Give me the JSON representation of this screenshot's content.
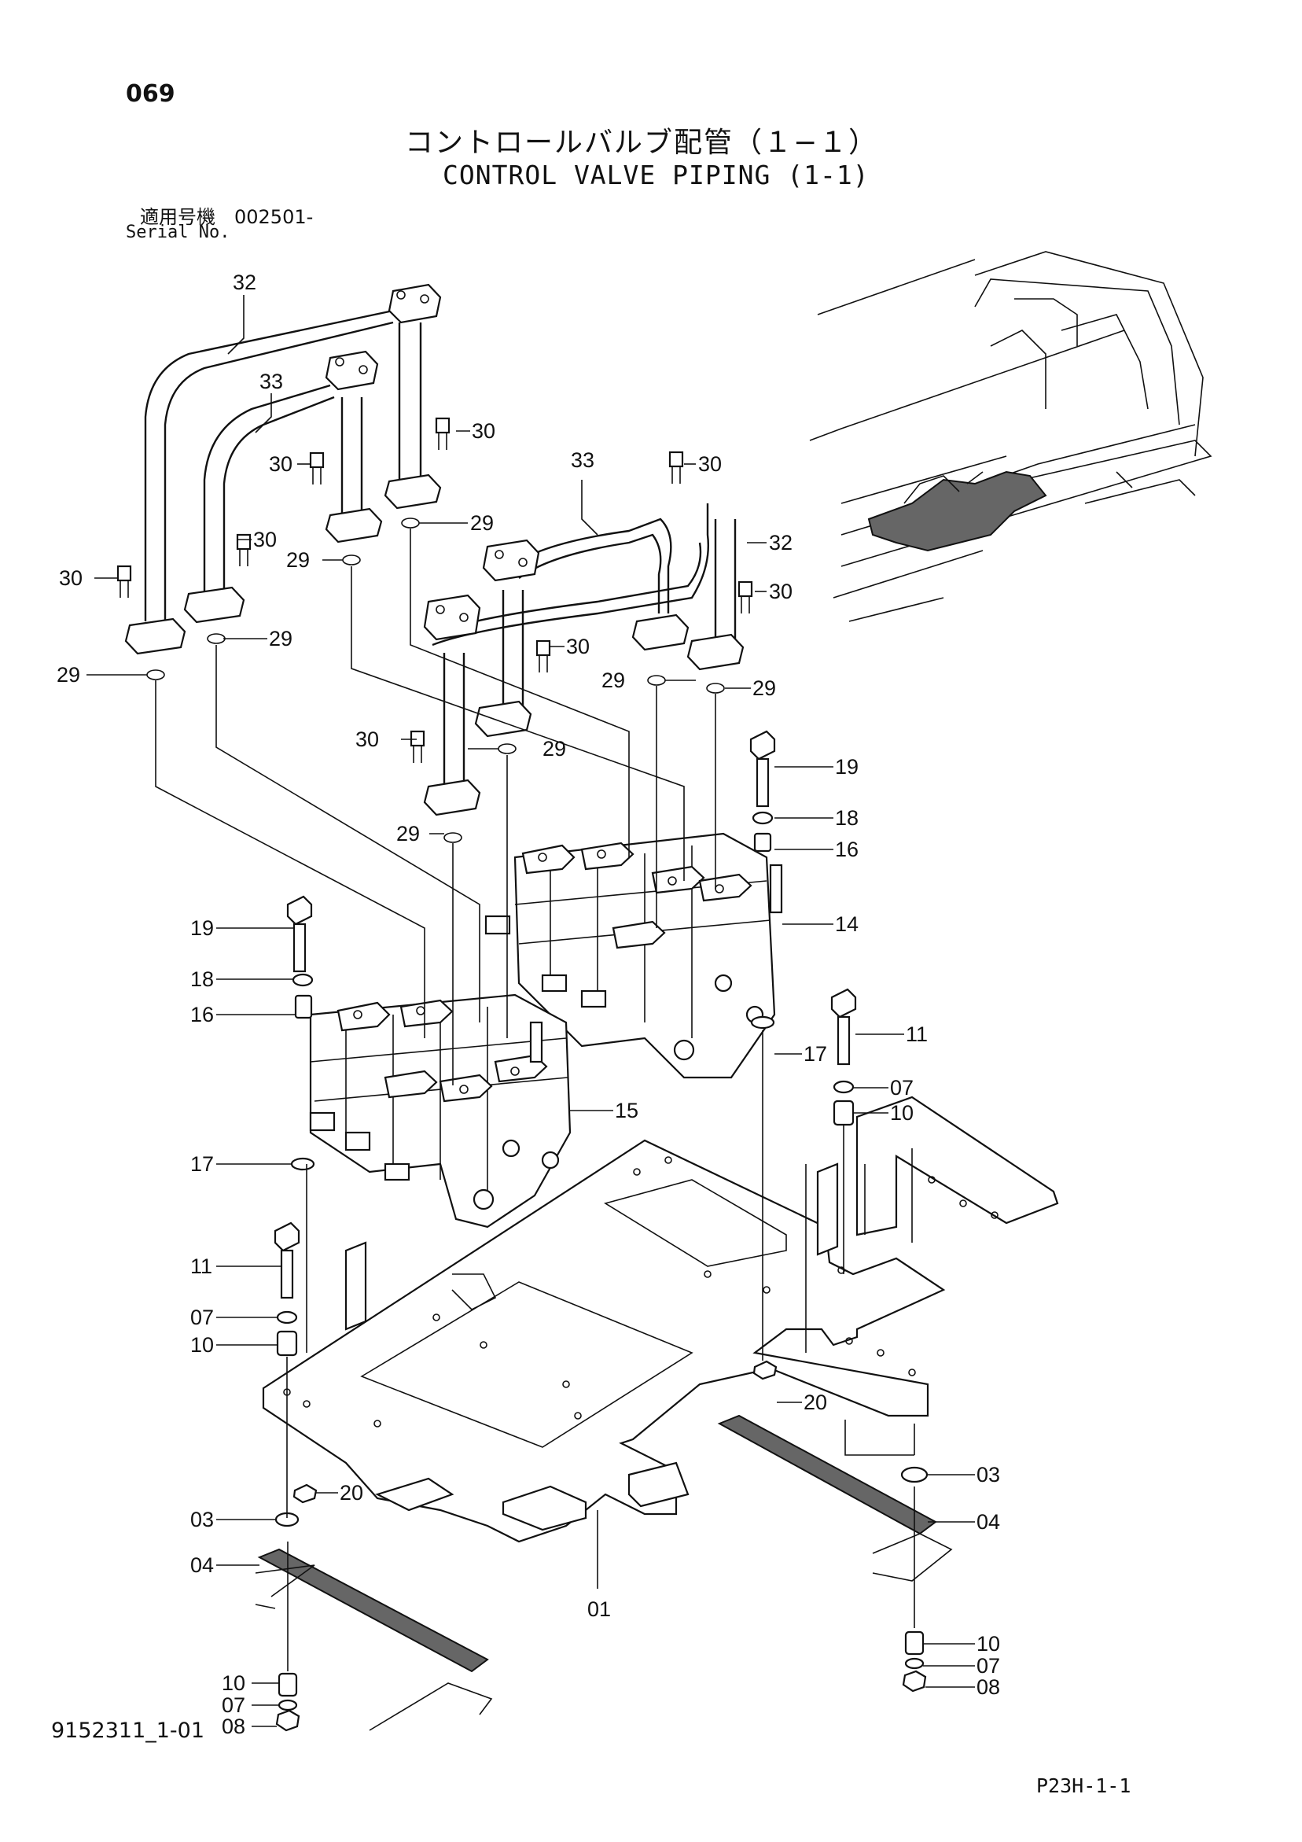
{
  "header": {
    "page_number": "069",
    "title_jp": "コントロールバルブ配管（１−１）",
    "title_en": "CONTROL VALVE PIPING (1-1)",
    "serial_label_jp": "適用号機　002501-",
    "serial_label_en": "Serial No."
  },
  "footer": {
    "drawing_number": "9152311_1-01",
    "page_code": "P23H-1-1"
  },
  "callouts": [
    "32",
    "33",
    "30",
    "30",
    "30",
    "30",
    "29",
    "29",
    "29",
    "29",
    "33",
    "30",
    "32",
    "30",
    "30",
    "29",
    "29",
    "30",
    "29",
    "29",
    "19",
    "18",
    "16",
    "14",
    "19",
    "18",
    "16",
    "15",
    "17",
    "11",
    "07",
    "10",
    "17",
    "11",
    "07",
    "10",
    "20",
    "03",
    "04",
    "20",
    "03",
    "04",
    "01",
    "10",
    "07",
    "08",
    "10",
    "07",
    "08"
  ]
}
